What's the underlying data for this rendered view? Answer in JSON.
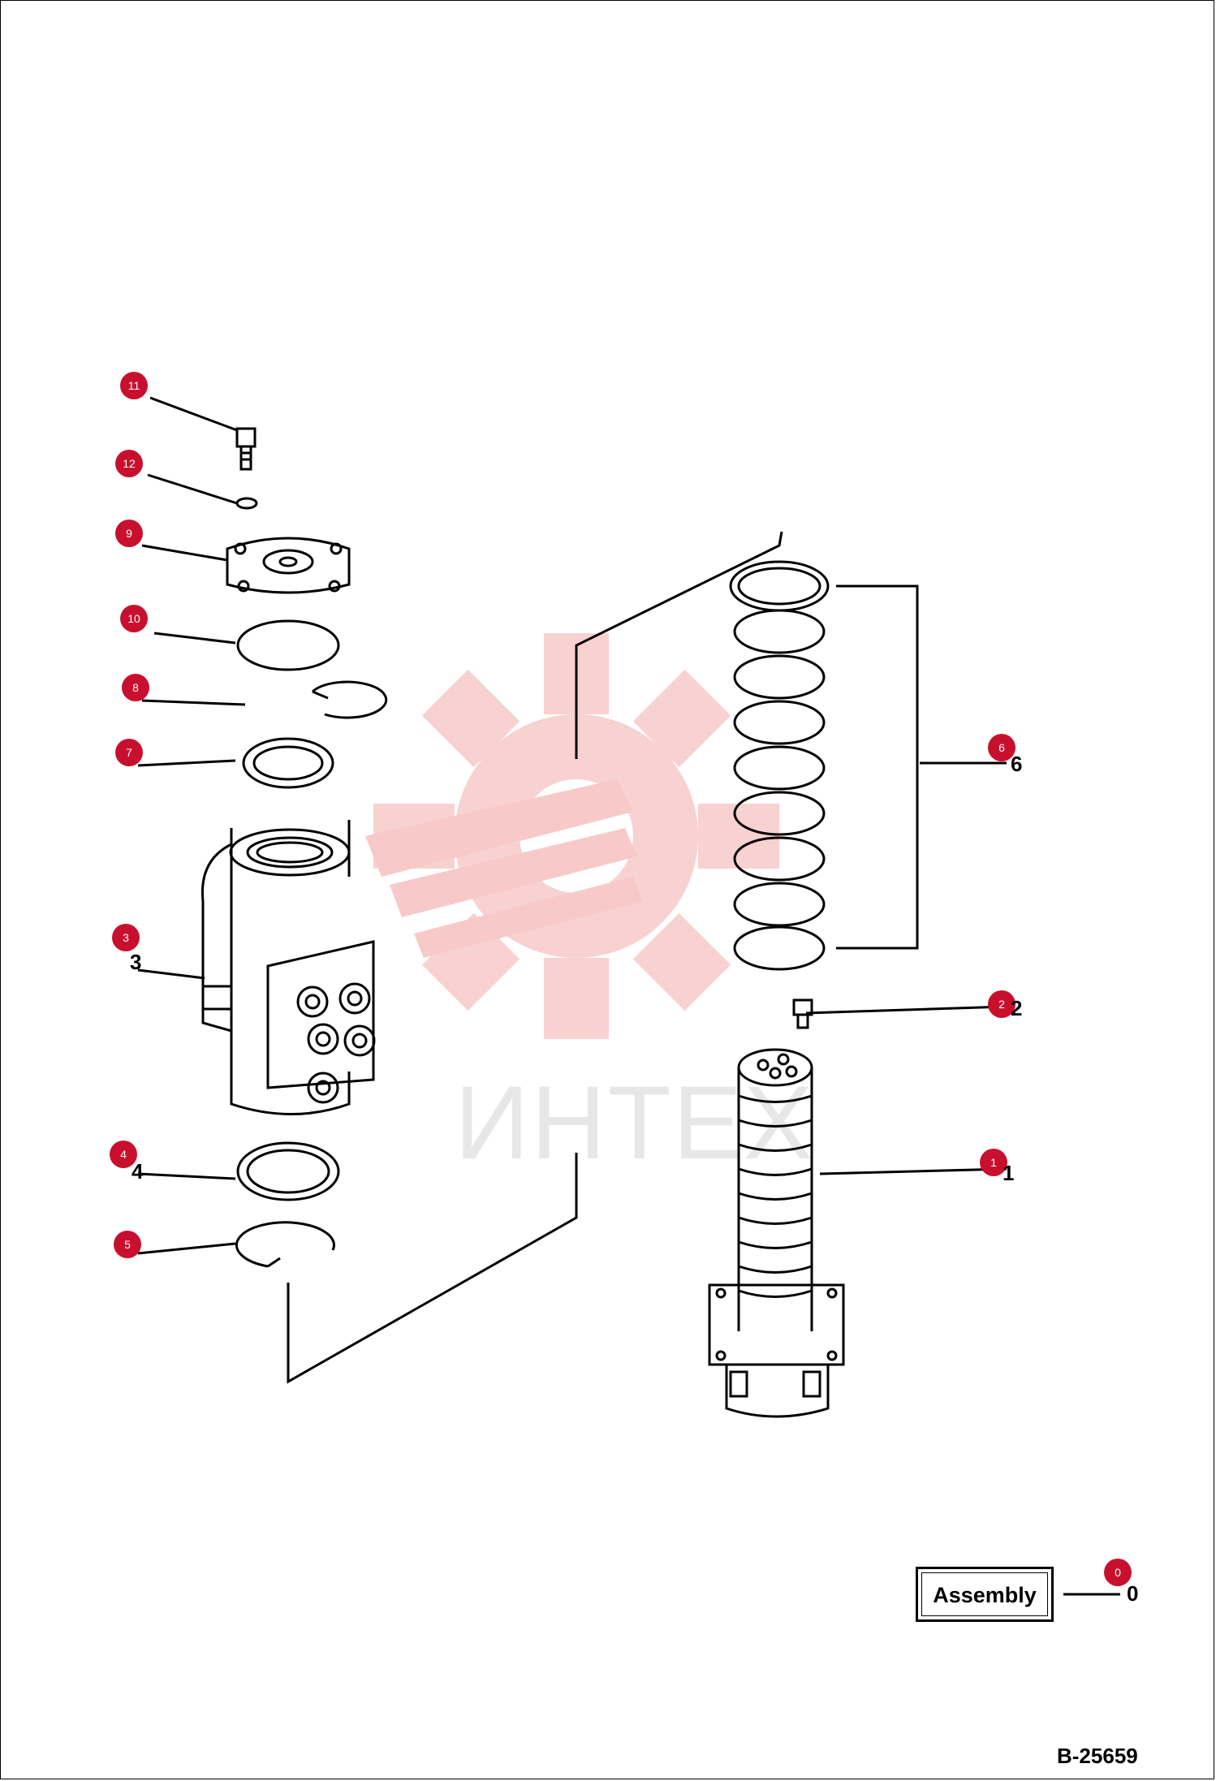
{
  "watermark": {
    "text": "ИНТЕХ",
    "color": "#f7c9c9"
  },
  "colors": {
    "marker": "#c8102e",
    "line": "#000000"
  },
  "callouts": [
    {
      "id": "11",
      "marker": "11",
      "label": ""
    },
    {
      "id": "12",
      "marker": "12",
      "label": ""
    },
    {
      "id": "9",
      "marker": "9",
      "label": ""
    },
    {
      "id": "10",
      "marker": "10",
      "label": ""
    },
    {
      "id": "8",
      "marker": "8",
      "label": ""
    },
    {
      "id": "7",
      "marker": "7",
      "label": ""
    },
    {
      "id": "3",
      "marker": "3",
      "label": "3"
    },
    {
      "id": "4",
      "marker": "4",
      "label": "4"
    },
    {
      "id": "5",
      "marker": "5",
      "label": ""
    },
    {
      "id": "6",
      "marker": "6",
      "label": "6"
    },
    {
      "id": "2",
      "marker": "2",
      "label": "2"
    },
    {
      "id": "1",
      "marker": "1",
      "label": "1"
    },
    {
      "id": "0",
      "marker": "0",
      "label": "0"
    }
  ],
  "assembly": {
    "label": "Assembly"
  },
  "drawing_number": "B-25659"
}
